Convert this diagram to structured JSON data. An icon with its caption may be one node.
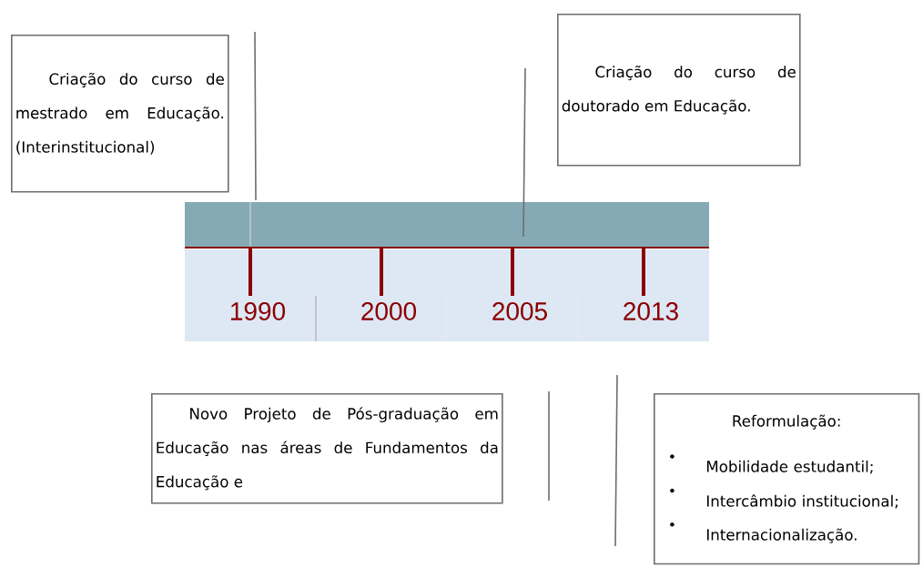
{
  "diagram": {
    "nodes": [
      {
        "text": [
          "Criação do curso de mestrado em Educação. (Interinstitucional)"
        ]
      },
      {
        "text": [
          "Criação do curso de doutorado em Educação."
        ]
      },
      {
        "text": [
          "Novo Projeto de Pós-graduação em Educação nas áreas de Fundamentos da Educação e"
        ]
      },
      {
        "text": [
          "Reformulação:",
          "Mobilidade estudantil;",
          "Intercâmbio institucional;",
          "Internacionalização."
        ]
      }
    ],
    "labels": [
      "1990",
      "2000",
      "2005",
      "2013"
    ]
  }
}
